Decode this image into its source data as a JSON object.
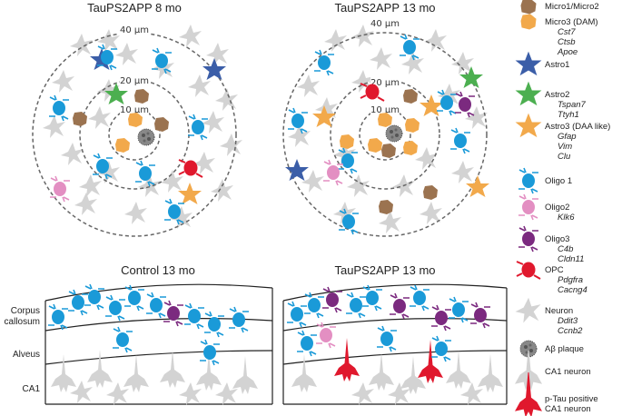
{
  "titles": {
    "top_left": "TauPS2APP 8 mo",
    "top_right": "TauPS2APP 13 mo",
    "bottom_left": "Control 13 mo",
    "bottom_right": "TauPS2APP 13 mo"
  },
  "rings": {
    "outer": "40 μm",
    "middle": "20 μm",
    "inner": "10 μm"
  },
  "regions": {
    "corpus": "Corpus callosum",
    "alveus": "Alveus",
    "ca1": "CA1"
  },
  "colors": {
    "neuron_gray": "#d3d3d3",
    "micro12": "#9b7350",
    "micro3": "#f2a94b",
    "astro1": "#3b5ea8",
    "astro2": "#4caf50",
    "astro3": "#f2a94b",
    "oligo1": "#1a9ad8",
    "oligo2": "#e38fc2",
    "oligo3": "#7b2a7f",
    "opc": "#e0182d",
    "ptau": "#e0182d"
  },
  "legend": [
    {
      "icon": "micro12-icon",
      "label": "Micro1/Micro2",
      "genes": []
    },
    {
      "icon": "micro3-icon",
      "label": "Micro3 (DAM)",
      "genes": [
        "Cst7",
        "Ctsb",
        "Apoe"
      ]
    },
    {
      "icon": "astro1-icon",
      "label": "Astro1",
      "genes": []
    },
    {
      "icon": "astro2-icon",
      "label": "Astro2",
      "genes": [
        "Tspan7",
        "Ttyh1"
      ]
    },
    {
      "icon": "astro3-icon",
      "label": "Astro3 (DAA like)",
      "genes": [
        "Gfap",
        "Vim",
        "Clu"
      ]
    },
    {
      "icon": "oligo1-icon",
      "label": "Oligo 1",
      "genes": []
    },
    {
      "icon": "oligo2-icon",
      "label": "Oligo2",
      "genes": [
        "Klk6"
      ]
    },
    {
      "icon": "oligo3-icon",
      "label": "Oligo3",
      "genes": [
        "C4b",
        "Cldn11"
      ]
    },
    {
      "icon": "opc-icon",
      "label": "OPC",
      "genes": [
        "Pdgfra",
        "Cacng4"
      ]
    },
    {
      "icon": "neuron-icon",
      "label": "Neuron",
      "genes": [
        "Ddit3",
        "Ccnb2"
      ]
    },
    {
      "icon": "abeta-plaque-icon",
      "label": "Aβ plaque",
      "genes": []
    },
    {
      "icon": "ca1-neuron-icon",
      "label": "CA1 neuron",
      "genes": []
    },
    {
      "icon": "ptau-neuron-icon",
      "label": "p-Tau positive CA1 neuron",
      "genes": []
    }
  ]
}
